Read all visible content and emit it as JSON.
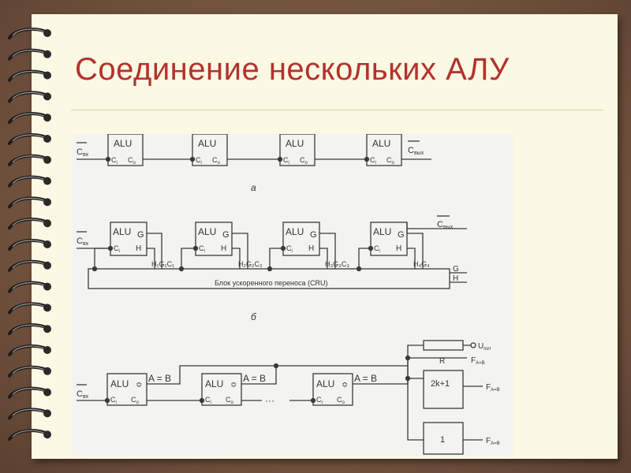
{
  "slide": {
    "title": "Соединение нескольких АЛУ",
    "colors": {
      "title": "#b3322c",
      "page": "#fbf8e3",
      "border": "#6e4f3c",
      "ink": "#3a3a3a"
    }
  },
  "diagram": {
    "part_a": {
      "caption": "а",
      "alu_label": "ALU",
      "carry_in": "C",
      "carry_in_sub": "вх",
      "carry_out": "C",
      "carry_out_sub": "вых",
      "pin_ci": "C",
      "pin_ci_sub": "i",
      "pin_co": "C",
      "pin_co_sub": "o"
    },
    "part_b": {
      "caption": "б",
      "alu_label": "ALU",
      "pin_g": "G",
      "pin_h": "H",
      "pin_ci": "C",
      "pin_ci_sub": "i",
      "carry_in": "C",
      "carry_in_sub": "вх",
      "carry_out": "C",
      "carry_out_sub": "вых",
      "cru_label": "Блок ускоренного переноса (CRU)",
      "groups": [
        "H₁G₁C₁",
        "H₂G₂C₂",
        "H₃G₃C₃",
        "H₄G₄"
      ],
      "out_g": "G",
      "out_h": "H"
    },
    "part_c": {
      "alu_label": "ALU",
      "eq_label": "A = B",
      "pin_ci": "C",
      "pin_ci_sub": "i",
      "pin_co": "C",
      "pin_co_sub": "o",
      "carry_in": "C",
      "carry_in_sub": "вх",
      "ellipsis": "···",
      "resistor": "R",
      "supply": "U",
      "supply_sub": "пит",
      "gate_and": "2k+1",
      "gate_inv": "1",
      "output": "F",
      "output_sub": "A=B"
    }
  }
}
